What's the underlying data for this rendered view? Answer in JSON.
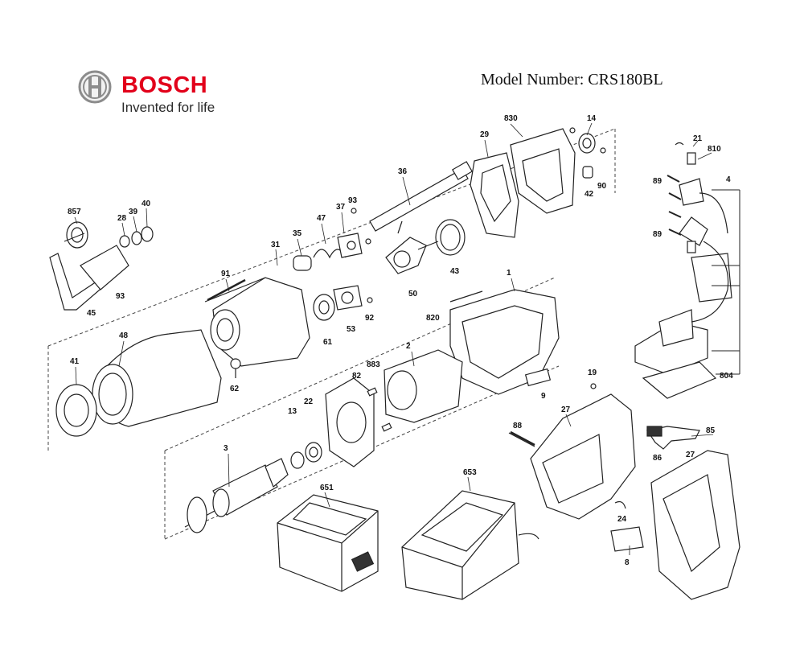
{
  "header": {
    "brand_name": "BOSCH",
    "tagline": "Invented for life",
    "model_text": "Model Number: CRS180BL"
  },
  "brand_color": "#e2001a",
  "callouts": [
    "857",
    "28",
    "39",
    "40",
    "93",
    "45",
    "41",
    "48",
    "91",
    "31",
    "35",
    "47",
    "37",
    "93",
    "62",
    "61",
    "53",
    "92",
    "50",
    "43",
    "36",
    "29",
    "830",
    "14",
    "42",
    "90",
    "1",
    "820",
    "2",
    "883",
    "82",
    "9",
    "22",
    "13",
    "3",
    "651",
    "653",
    "19",
    "27",
    "88",
    "24",
    "8",
    "85",
    "86",
    "27",
    "21",
    "810",
    "89",
    "89",
    "4",
    "804"
  ]
}
